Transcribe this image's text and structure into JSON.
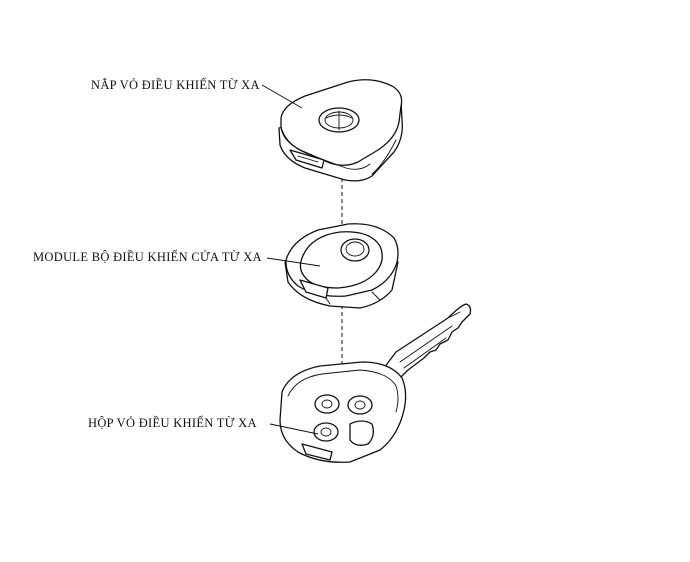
{
  "labels": {
    "cover": "NẮP VỎ ĐIỀU KHIỂN TỪ XA",
    "module": "MODULE BỘ ĐIỀU KHIỂN CỬA TỪ XA",
    "case": "HỘP VỎ ĐIỀU KHIỂN TỪ XA"
  },
  "parts": [
    {
      "id": "cover",
      "icon": "remote-cover-illustration"
    },
    {
      "id": "module",
      "icon": "remote-module-illustration"
    },
    {
      "id": "case",
      "icon": "remote-case-with-key-illustration"
    }
  ]
}
